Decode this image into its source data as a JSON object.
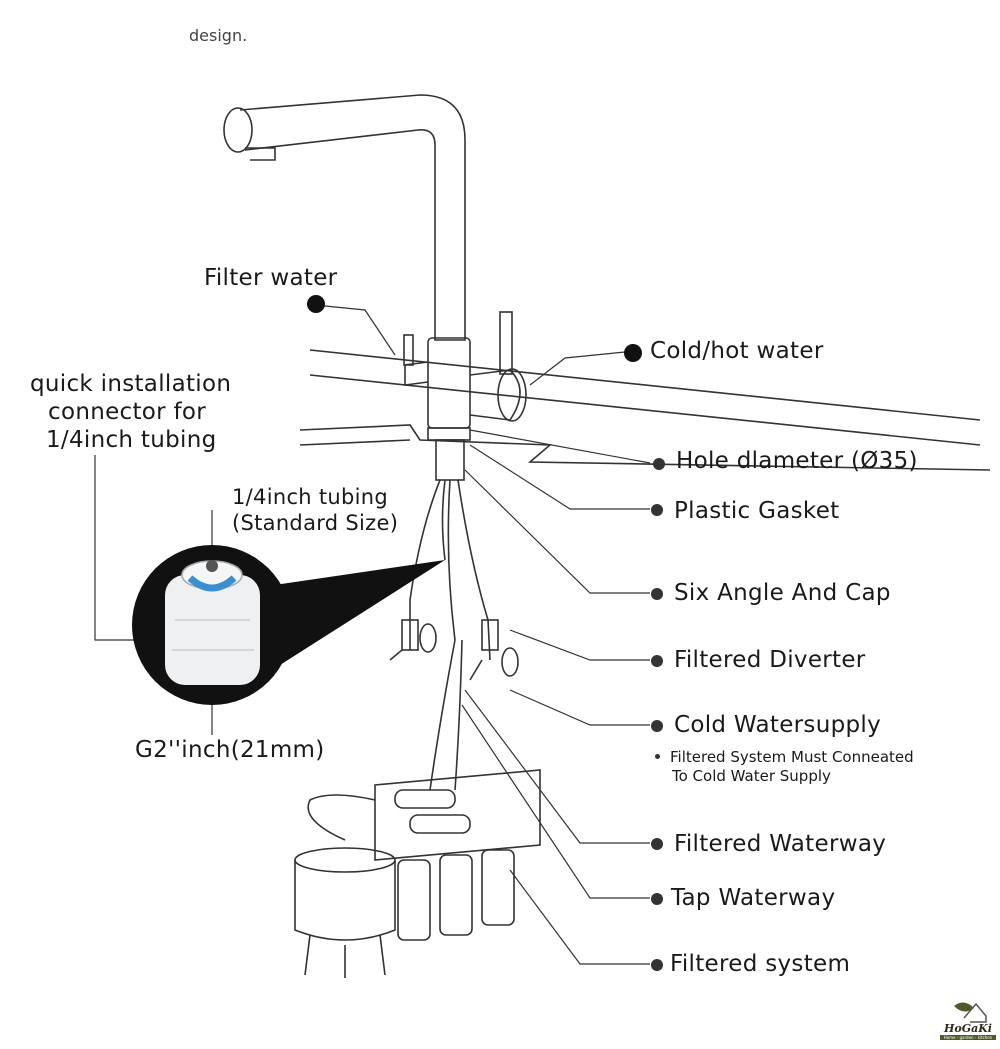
{
  "header_text": "design.",
  "labels": {
    "filter_water": "Filter water",
    "cold_hot_water": "Cold/hot water",
    "quick_connector": [
      "quick installation",
      "connector for",
      "1/4inch tubing"
    ],
    "tubing": [
      "1/4inch tubing",
      "(Standard Size)"
    ],
    "thread": "G2''inch(21mm)",
    "hole_diameter": "Hole dlameter (Ø35)",
    "plastic_gasket": "Plastic Gasket",
    "six_angle": "Six Angle And Cap",
    "filtered_diverter": "Filtered Diverter",
    "cold_watersupply": "Cold Watersupply",
    "note": [
      "Filtered System Must Conneated",
      "To Cold Water Supply"
    ],
    "filtered_waterway": "Filtered Waterway",
    "tap_waterway": "Tap Waterway",
    "filtered_system": "Filtered system"
  },
  "logo": {
    "name": "HoGaKi",
    "tagline": "Home - garden - kitchen"
  },
  "colors": {
    "line": "#333333",
    "connector_ring": "#3a8fd0",
    "logo_green": "#4d5a2a"
  }
}
